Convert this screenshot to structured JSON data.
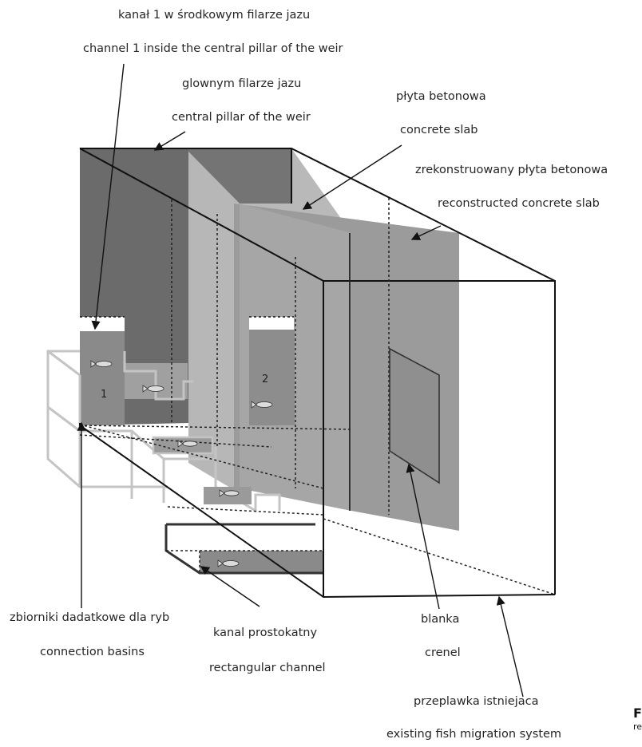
{
  "labels": {
    "kanal1_pl": "kanał 1 w środkowym filarze jazu",
    "kanal1_en": "channel 1 inside the central pillar of the weir",
    "filar_pl": "glownym filarze jazu",
    "filar_en": "central pillar of the weir",
    "plyta_pl": "płyta betonowa",
    "plyta_en": "concrete slab",
    "rekon_pl": "zrekonstruowany płyta betonowa",
    "rekon_en": "reconstructed concrete slab",
    "zbiorniki_pl": "zbiorniki dadatkowe dla ryb",
    "zbiorniki_en": "connection basins",
    "prost_pl": "kanal prostokatny",
    "prost_en": "rectangular channel",
    "blanka_pl": "blanka",
    "blanka_en": "crenel",
    "przepl_pl": "przeplawka istniejaca",
    "przepl_en": "existing fish migration system"
  },
  "channel_numbers": [
    "1",
    "2"
  ],
  "edge_fragments": {
    "letter": "F",
    "small": "re"
  },
  "colors": {
    "dark_pillar": "#6b6b6b",
    "mid_gray": "#979797",
    "light_slab": "#b7b7b7",
    "basin_outline": "#c2c2c2",
    "line": "#111111"
  }
}
